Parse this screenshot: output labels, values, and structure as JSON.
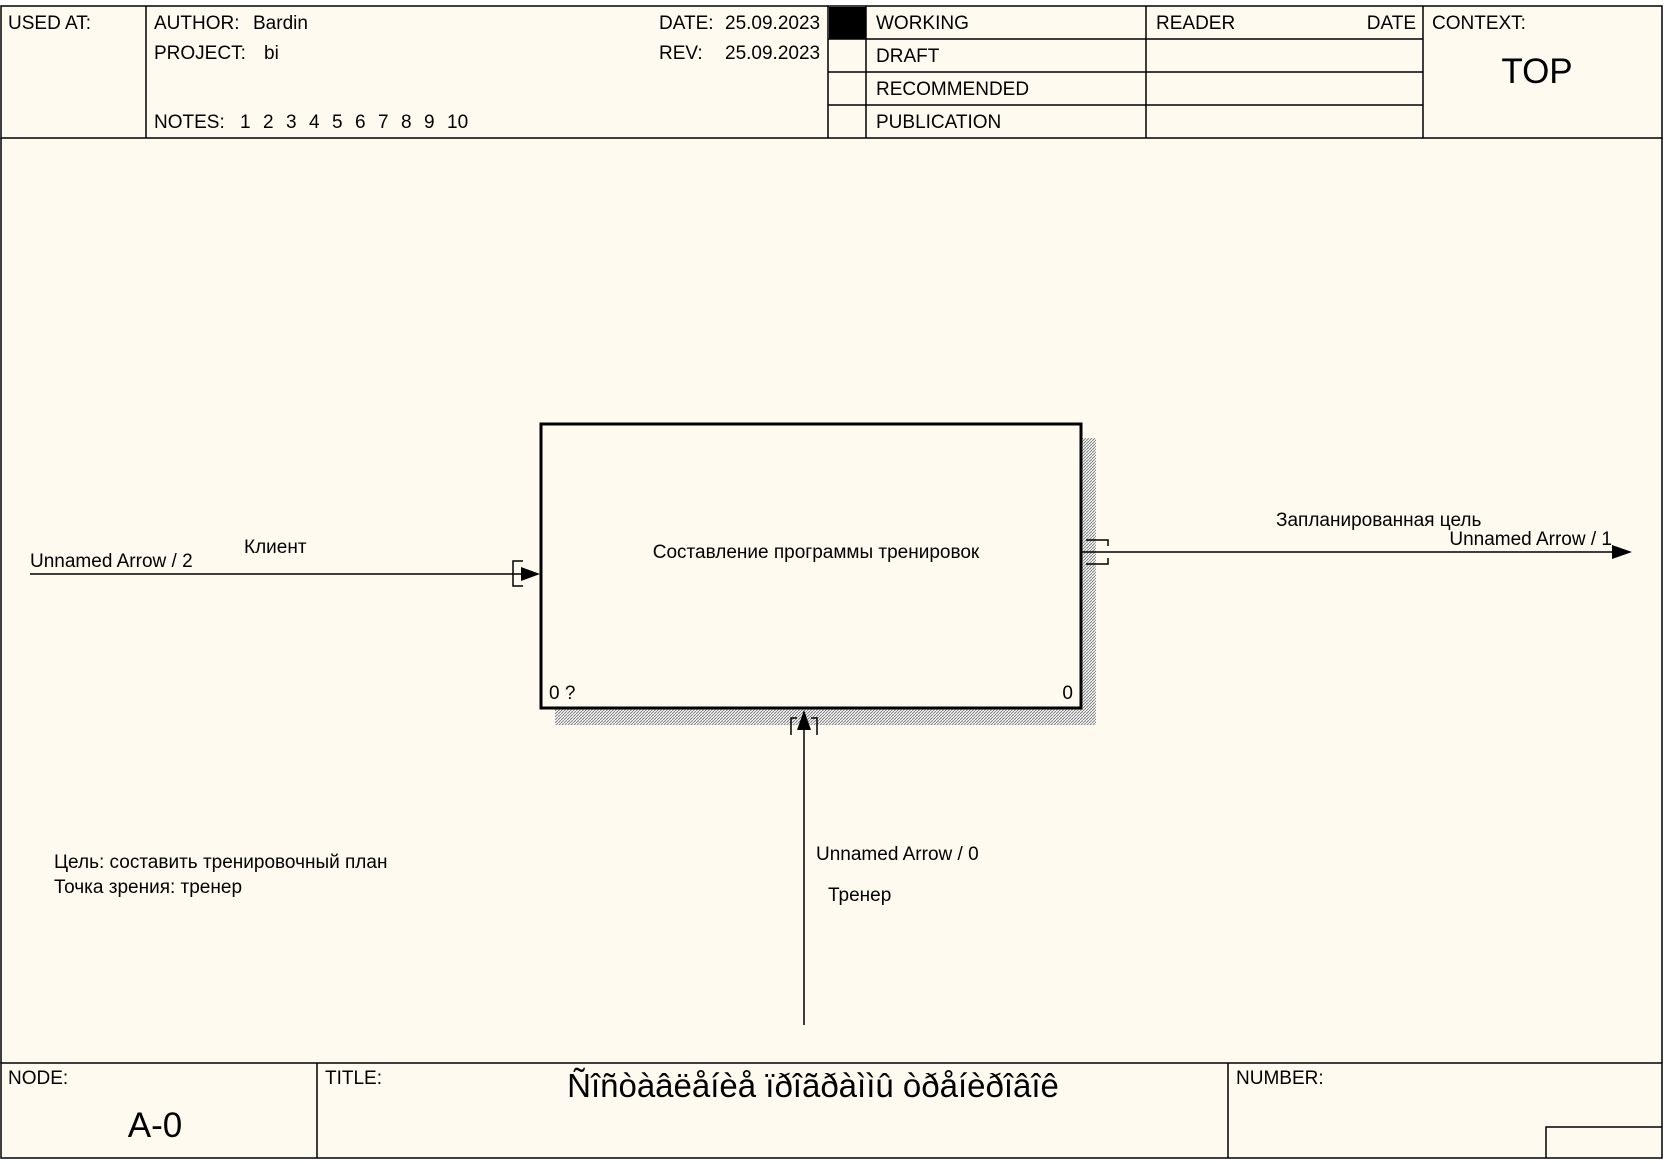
{
  "colors": {
    "paper": "#fffaf0",
    "ink": "#000000",
    "shadow": "#9a9a9a"
  },
  "header": {
    "used_at": "USED AT:",
    "author_label": "AUTHOR:",
    "author": "Bardin",
    "project_label": "PROJECT:",
    "project": "bi",
    "date_label": "DATE:",
    "date": "25.09.2023",
    "rev_label": "REV:",
    "rev": "25.09.2023",
    "notes_label": "NOTES:",
    "notes": [
      "1",
      "2",
      "3",
      "4",
      "5",
      "6",
      "7",
      "8",
      "9",
      "10"
    ],
    "status": [
      {
        "label": "WORKING",
        "active": true
      },
      {
        "label": "DRAFT",
        "active": false
      },
      {
        "label": "RECOMMENDED",
        "active": false
      },
      {
        "label": "PUBLICATION",
        "active": false
      }
    ],
    "reader_label": "READER",
    "reader_date_label": "DATE",
    "context_label": "CONTEXT:",
    "context_value": "TOP"
  },
  "diagram": {
    "activity": {
      "name": "Составление программы тренировок",
      "number_left": "0 ?",
      "number_right": "0"
    },
    "arrows": {
      "input": {
        "id": "Unnamed Arrow / 2",
        "label": "Клиент"
      },
      "output": {
        "label": "Запланированная цель",
        "id": "Unnamed Arrow / 1"
      },
      "mechanism": {
        "id": "Unnamed Arrow / 0",
        "label": "Тренер"
      }
    },
    "note_lines": [
      "Цель: составить тренировочный план",
      "Точка зрения: тренер"
    ]
  },
  "footer": {
    "node_label": "NODE:",
    "node": "A-0",
    "title_label": "TITLE:",
    "title": "Ñîñòàâëåíèå ïðîãðàììû òðåíèðîâîê",
    "number_label": "NUMBER:"
  }
}
